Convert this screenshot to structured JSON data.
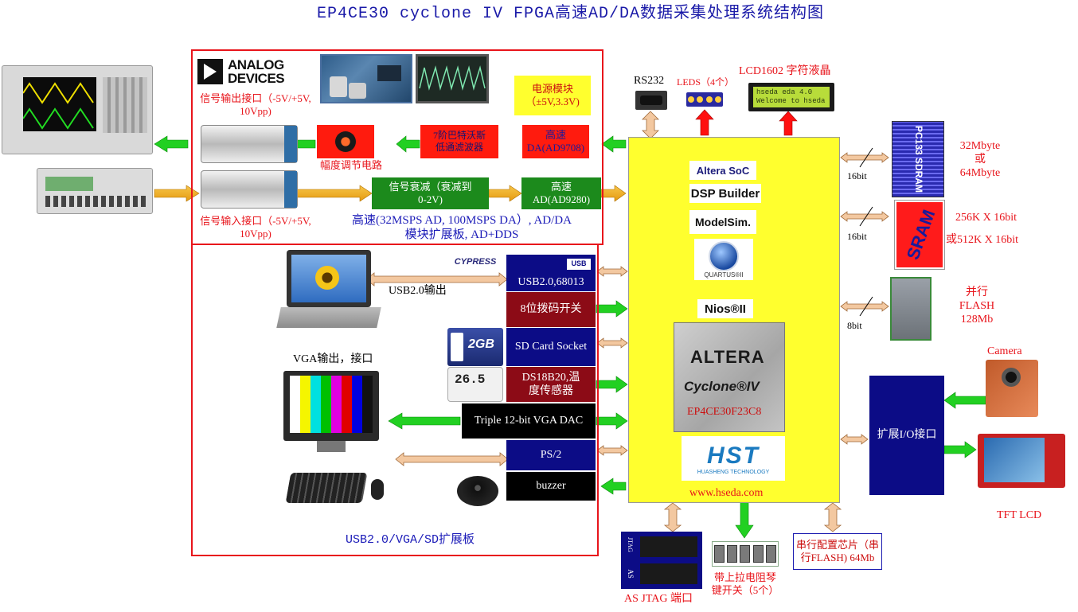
{
  "title": "EP4CE30 cyclone IV FPGA高速AD/DA数据采集处理系统结构图",
  "ad_board": {
    "analog_logo_line1": "ANALOG",
    "analog_logo_line2": "DEVICES",
    "out_port_line1": "信号输出接口（-5V/+5V,",
    "out_port_line2": "10Vpp)",
    "in_port_line1": "信号输入接口（-5V/+5V,",
    "in_port_line2": "10Vpp)",
    "power_line1": "电源模块",
    "power_line2": "（±5V,3.3V)",
    "amp_label": "幅度调节电路",
    "filter_line1": "7阶巴特沃斯",
    "filter_line2": "低通滤波器",
    "da_line1": "高速",
    "da_line2": "DA(AD9708)",
    "atten_line1": "信号衰减（衰减到",
    "atten_line2": "0-2V)",
    "ad_line1": "高速",
    "ad_line2": "AD(AD9280)",
    "desc_line1": "高速(32MSPS AD, 100MSPS DA）, AD/DA",
    "desc_line2": "模块扩展板, AD+DDS"
  },
  "usb_board": {
    "cypress_logo": "CYPRESS",
    "usb_logo": "USB",
    "usb_output": "USB2.0输出",
    "usb_box": "USB2.0,68013",
    "dip_box": "8位拨码开关",
    "sd_box": "SD Card Socket",
    "sd_card_label": "2GB",
    "ds_box_line1": "DS18B20,温",
    "ds_box_line2": "度传感器",
    "thermo_reading": "26.5",
    "vga_label": "VGA输出，接口",
    "vga_box": "Triple 12-bit VGA DAC",
    "ps2_box": "PS/2",
    "buzzer_box": "buzzer",
    "board_label": "USB2.0/VGA/SD扩展板"
  },
  "top_peripherals": {
    "rs232": "RS232",
    "leds": "LEDS（4个）",
    "lcd_label": "LCD1602 字符液晶",
    "lcd_line1": "hseda eda 4.0",
    "lcd_line2": "Welcome to hseda"
  },
  "fpga": {
    "altera_soc": "Altera SoC",
    "dsp_builder": "DSP Builder",
    "modelsim": "ModelSim.",
    "quartus": "QUARTUS®II",
    "nios": "Nios®II",
    "altera": "ALTERA",
    "cyclone": "Cyclone®IV",
    "chip": "EP4CE30F23C8",
    "hst": "HST",
    "hst_sub": "HUASHENG TECHNOLOGY",
    "url": "www.hseda.com"
  },
  "memory": {
    "sdram_bus": "16bit",
    "sdram_chip": "PC133 SDRAM",
    "sdram_line1": "32Mbyte",
    "sdram_line2": "或",
    "sdram_line3": "64Mbyte",
    "sram_bus": "16bit",
    "sram_chip": "SRAM",
    "sram_line1": "256K X 16bit",
    "sram_line2": "或512K X 16bit",
    "flash_bus": "8bit",
    "flash_line1": "并行",
    "flash_line2": "FLASH",
    "flash_line3": "128Mb"
  },
  "right_side": {
    "camera": "Camera",
    "io_box": "扩展I/O接口",
    "tft": "TFT LCD"
  },
  "bottom": {
    "jtag_label": "AS JTAG 端口",
    "jtag_tag1": "JTAG",
    "jtag_tag2": "AS",
    "pullup_line1": "带上拉电阻琴",
    "pullup_line2": "键开关（5个）",
    "config_line1": "串行配置芯片（串",
    "config_line2": "行FLASH) 64Mb"
  },
  "colors": {
    "fpga_yellow": "#ffff2e",
    "board_border": "#e8141b",
    "arrow_green": "#20d020",
    "arrow_orange": "#f5a623",
    "arrow_red": "#ff1010",
    "arrow_tan": "#f3c8a0",
    "navy": "#0c0c86"
  }
}
